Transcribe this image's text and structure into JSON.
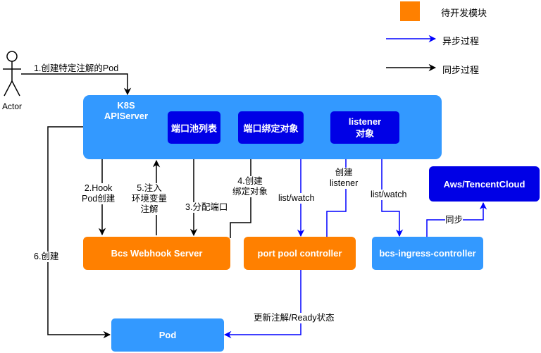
{
  "actor": {
    "label": "Actor"
  },
  "legend": {
    "module": "待开发模块",
    "async": "异步过程",
    "sync": "同步过程"
  },
  "nodes": {
    "apiserver": "K8S\nAPIServer",
    "port_pool_list": "端口池列表",
    "port_binding": "端口绑定对象",
    "listener": "listener\n对象",
    "webhook": "Bcs Webhook Server",
    "port_pool_controller": "port pool controller",
    "ingress_controller": "bcs-ingress-controller",
    "cloud": "Aws/TencentCloud",
    "pod": "Pod"
  },
  "edges": {
    "e1": "1.创建特定注解的Pod",
    "e2": "2.Hook\nPod创建",
    "e3": "3.分配端口",
    "e4": "4.创建\n绑定对象",
    "e5": "5.注入\n环境变量\n注解",
    "e6": "6.创建",
    "listwatch1": "list/watch",
    "listwatch2": "list/watch",
    "create_listener": "创建\nlistener",
    "sync": "同步",
    "update": "更新注解/Ready状态"
  },
  "colors": {
    "module_orange": "#FF8000",
    "light_blue": "#3399FF",
    "dark_blue": "#0000E6",
    "async_arrow": "#0000FF",
    "sync_arrow": "#000000"
  }
}
